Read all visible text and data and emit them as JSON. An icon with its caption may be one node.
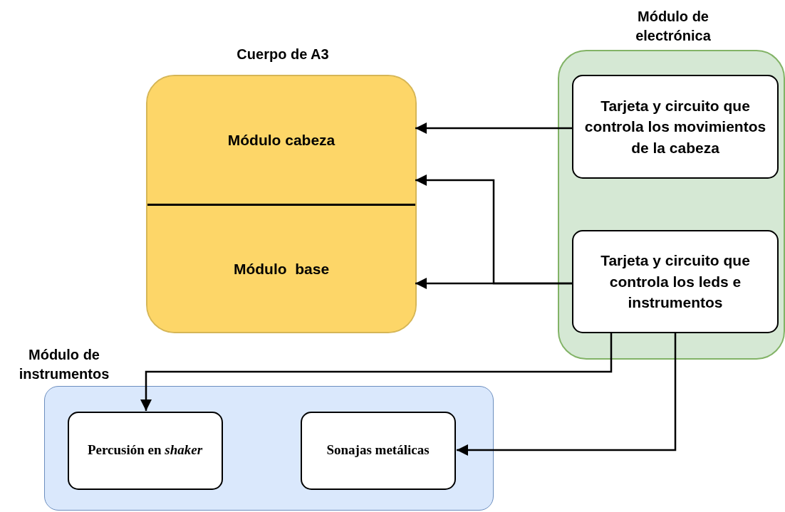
{
  "diagram": {
    "nodes": [
      {
        "text": [
          "Cuerpo de A3"
        ]
      },
      {
        "text": [
          "Módulo cabeza"
        ],
        "in": 0
      },
      {
        "text": [
          "Módulo  base"
        ],
        "in": 0
      },
      {
        "text": [
          "Módulo de electrónica"
        ]
      },
      {
        "text": [
          "Tarjeta y circuito que controla los movimientos de la cabeza"
        ],
        "in": 3
      },
      {
        "text": [
          "Tarjeta y circuito que controla los leds e instrumentos"
        ],
        "in": 3
      },
      {
        "text": [
          "Módulo de instrumentos"
        ]
      },
      {
        "text": [
          "Percusión en *shaker*"
        ],
        "in": 6
      },
      {
        "text": [
          "Sonajas metálicas"
        ],
        "in": 6
      }
    ],
    "edges": [
      {
        "from": 4,
        "to": 1,
        "arrow": "to"
      },
      {
        "from": 5,
        "to": 1,
        "arrow": "to"
      },
      {
        "from": 5,
        "to": 2,
        "arrow": "to"
      },
      {
        "from": 5,
        "to": 7,
        "arrow": "to"
      },
      {
        "from": 5,
        "to": 8,
        "arrow": "to"
      }
    ]
  }
}
